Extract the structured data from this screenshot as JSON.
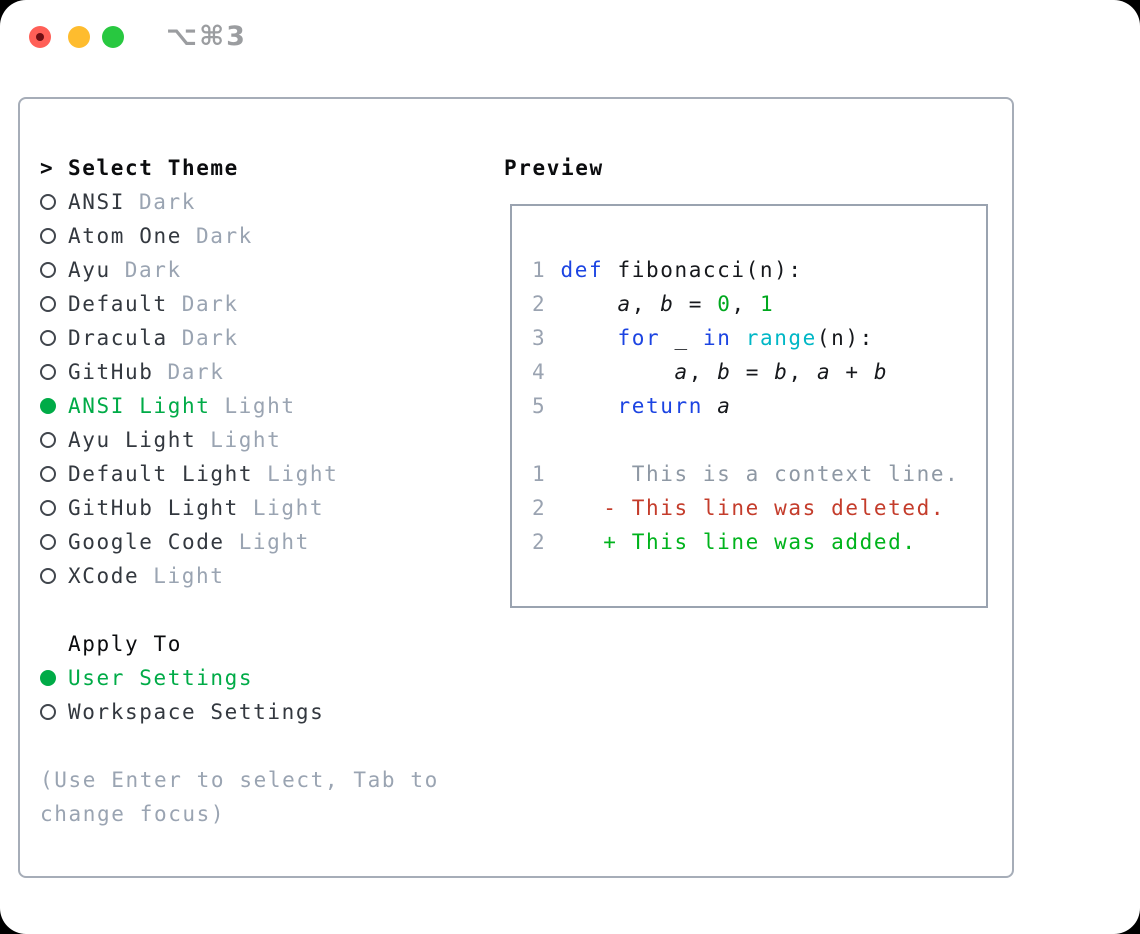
{
  "window": {
    "shortcut": "⌥⌘3"
  },
  "colors": {
    "accent": "#00ab47",
    "heading": "#0b0c0e",
    "name": "#33383f",
    "variant": "#9aa4b2",
    "radio_stroke": "#41464d",
    "panel_border": "#a6adb8",
    "preview_border": "#9aa3b0",
    "shortcut": "#9b9da0",
    "traffic_red": "#ff5f57",
    "traffic_red_dot": "#6e0f14",
    "traffic_yellow": "#febc2e",
    "traffic_green": "#28c840",
    "syntax": {
      "ln": "#9aa3b1",
      "kw": "#1c44e2",
      "tx": "#16181c",
      "num": "#00a81e",
      "fn": "#00b7c6",
      "id": "#16181c",
      "ctx": "#8e98a4",
      "del": "#c43c2b",
      "add": "#00b31c"
    }
  },
  "theme_picker": {
    "prompt": ">",
    "title": "Select Theme",
    "items": [
      {
        "name": "ANSI",
        "variant": "Dark",
        "selected": false
      },
      {
        "name": "Atom One",
        "variant": "Dark",
        "selected": false
      },
      {
        "name": "Ayu",
        "variant": "Dark",
        "selected": false
      },
      {
        "name": "Default",
        "variant": "Dark",
        "selected": false
      },
      {
        "name": "Dracula",
        "variant": "Dark",
        "selected": false
      },
      {
        "name": "GitHub",
        "variant": "Dark",
        "selected": false
      },
      {
        "name": "ANSI Light",
        "variant": "Light",
        "selected": true
      },
      {
        "name": "Ayu Light",
        "variant": "Light",
        "selected": false
      },
      {
        "name": "Default Light",
        "variant": "Light",
        "selected": false
      },
      {
        "name": "GitHub Light",
        "variant": "Light",
        "selected": false
      },
      {
        "name": "Google Code",
        "variant": "Light",
        "selected": false
      },
      {
        "name": "XCode",
        "variant": "Light",
        "selected": false
      }
    ],
    "apply_to": {
      "title": "Apply To",
      "options": [
        {
          "label": "User Settings",
          "selected": true
        },
        {
          "label": "Workspace Settings",
          "selected": false
        }
      ]
    },
    "hint": "(Use Enter to select, Tab to\nchange focus)"
  },
  "preview": {
    "title": "Preview",
    "lines": [
      [
        {
          "c": "ln",
          "t": "1 "
        },
        {
          "c": "kw",
          "t": "def"
        },
        {
          "c": "tx",
          "t": " fibonacci(n):"
        }
      ],
      [
        {
          "c": "ln",
          "t": "2 "
        },
        {
          "c": "tx",
          "t": "    "
        },
        {
          "c": "id",
          "t": "a"
        },
        {
          "c": "tx",
          "t": ", "
        },
        {
          "c": "id",
          "t": "b"
        },
        {
          "c": "tx",
          "t": " = "
        },
        {
          "c": "num",
          "t": "0"
        },
        {
          "c": "tx",
          "t": ", "
        },
        {
          "c": "num",
          "t": "1"
        }
      ],
      [
        {
          "c": "ln",
          "t": "3 "
        },
        {
          "c": "tx",
          "t": "    "
        },
        {
          "c": "kw",
          "t": "for"
        },
        {
          "c": "tx",
          "t": " _ "
        },
        {
          "c": "kw",
          "t": "in"
        },
        {
          "c": "tx",
          "t": " "
        },
        {
          "c": "fn",
          "t": "range"
        },
        {
          "c": "tx",
          "t": "(n):"
        }
      ],
      [
        {
          "c": "ln",
          "t": "4 "
        },
        {
          "c": "tx",
          "t": "        "
        },
        {
          "c": "id",
          "t": "a"
        },
        {
          "c": "tx",
          "t": ", "
        },
        {
          "c": "id",
          "t": "b"
        },
        {
          "c": "tx",
          "t": " = "
        },
        {
          "c": "id",
          "t": "b"
        },
        {
          "c": "tx",
          "t": ", "
        },
        {
          "c": "id",
          "t": "a"
        },
        {
          "c": "tx",
          "t": " + "
        },
        {
          "c": "id",
          "t": "b"
        }
      ],
      [
        {
          "c": "ln",
          "t": "5 "
        },
        {
          "c": "tx",
          "t": "    "
        },
        {
          "c": "kw",
          "t": "return"
        },
        {
          "c": "tx",
          "t": " "
        },
        {
          "c": "id",
          "t": "a"
        }
      ],
      [],
      [
        {
          "c": "ln",
          "t": "1"
        },
        {
          "c": "ctx",
          "t": "      This is a context line."
        }
      ],
      [
        {
          "c": "ln",
          "t": "2"
        },
        {
          "c": "del",
          "t": "    - This line was deleted."
        }
      ],
      [
        {
          "c": "ln",
          "t": "2"
        },
        {
          "c": "add",
          "t": "    + This line was added."
        }
      ]
    ]
  }
}
